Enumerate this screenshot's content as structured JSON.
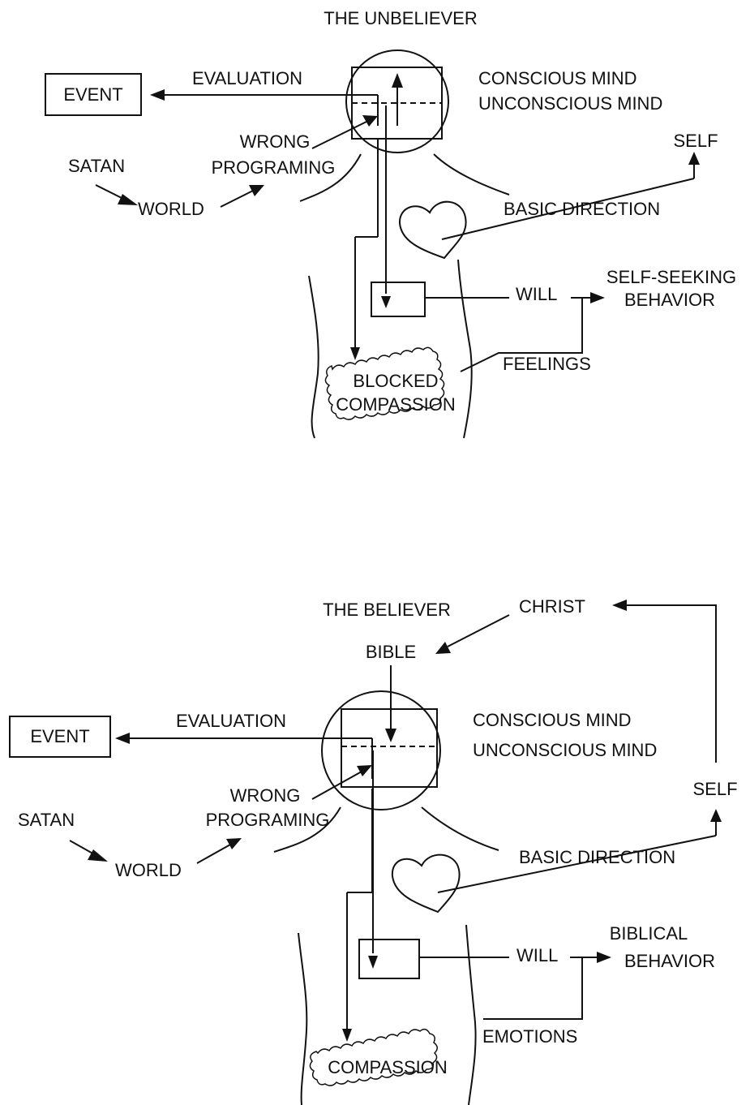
{
  "unbeliever": {
    "title": "THE UNBELIEVER",
    "event": "EVENT",
    "evaluation": "EVALUATION",
    "conscious_mind": "CONSCIOUS MIND",
    "unconscious_mind": "UNCONSCIOUS MIND",
    "wrong": "WRONG",
    "programing": "PROGRAMING",
    "satan": "SATAN",
    "world": "WORLD",
    "self": "SELF",
    "basic_direction": "BASIC DIRECTION",
    "will": "WILL",
    "behavior_line1": "SELF-SEEKING",
    "behavior_line2": "BEHAVIOR",
    "feelings": "FEELINGS",
    "compassion_line1": "BLOCKED",
    "compassion_line2": "COMPASSION"
  },
  "believer": {
    "title": "THE BELIEVER",
    "christ": "CHRIST",
    "bible": "BIBLE",
    "event": "EVENT",
    "evaluation": "EVALUATION",
    "conscious_mind": "CONSCIOUS MIND",
    "unconscious_mind": "UNCONSCIOUS MIND",
    "wrong": "WRONG",
    "programing": "PROGRAMING",
    "satan": "SATAN",
    "world": "WORLD",
    "self": "SELF",
    "basic_direction": "BASIC DIRECTION",
    "will": "WILL",
    "behavior_line1": "BIBLICAL",
    "behavior_line2": "BEHAVIOR",
    "emotions": "EMOTIONS",
    "compassion": "COMPASSION"
  }
}
